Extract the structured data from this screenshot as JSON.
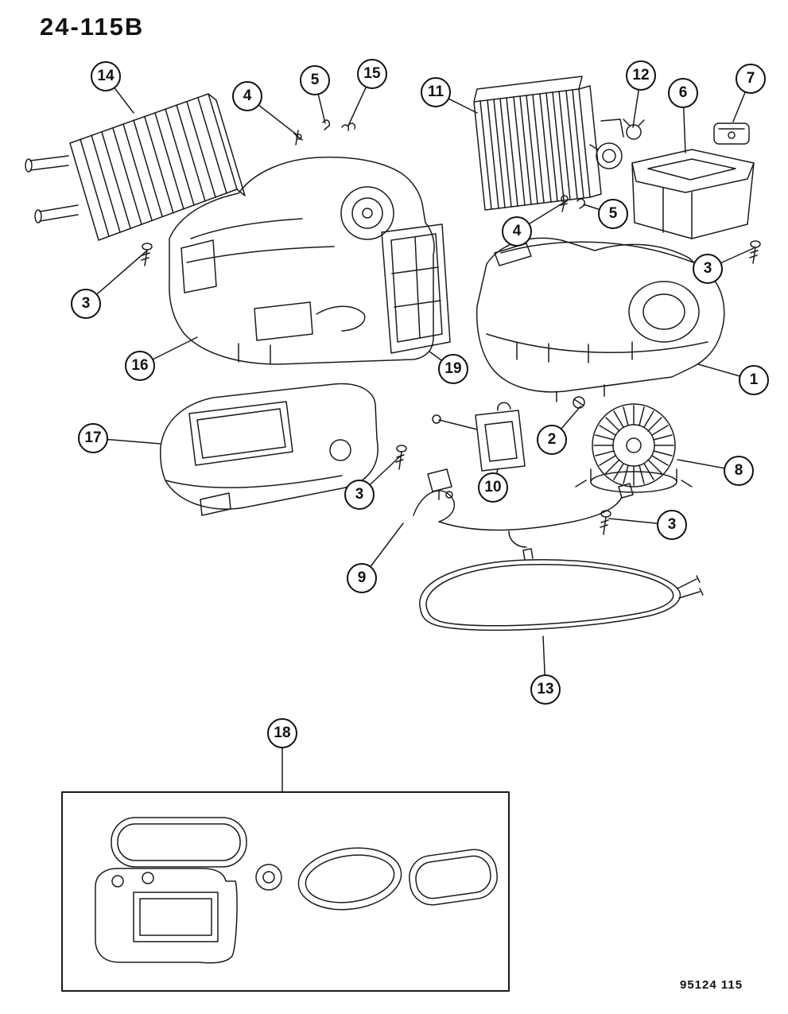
{
  "page": {
    "title": "24-115B",
    "footer_code": "95124  115"
  },
  "colors": {
    "line": "#1b1b1b",
    "background": "#ffffff"
  },
  "callouts": {
    "c14": "14",
    "c4a": "4",
    "c5a": "5",
    "c15": "15",
    "c11": "11",
    "c12": "12",
    "c6": "6",
    "c7": "7",
    "c5b": "5",
    "c4b": "4",
    "c3a": "3",
    "c3b": "3",
    "c16": "16",
    "c19": "19",
    "c1": "1",
    "c17": "17",
    "c2": "2",
    "c3c": "3",
    "c10": "10",
    "c8": "8",
    "c3d": "3",
    "c9": "9",
    "c13": "13",
    "c18": "18"
  }
}
